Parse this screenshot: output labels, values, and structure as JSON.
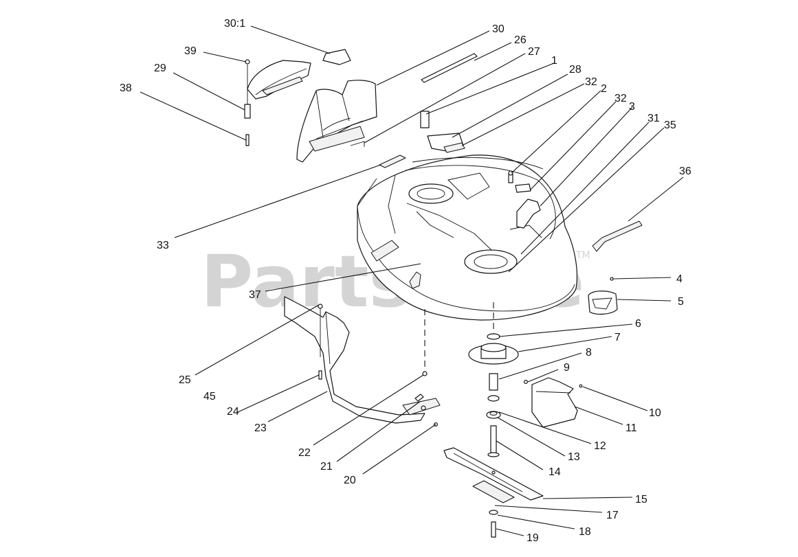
{
  "watermark": {
    "text": "PartsTree",
    "trademark": "TM"
  },
  "part_numbers": [
    {
      "id": "p30-1",
      "text": "30:1"
    },
    {
      "id": "p30",
      "text": "30"
    },
    {
      "id": "p26",
      "text": "26"
    },
    {
      "id": "p27",
      "text": "27"
    },
    {
      "id": "p1",
      "text": "1"
    },
    {
      "id": "p28",
      "text": "28"
    },
    {
      "id": "p39",
      "text": "39"
    },
    {
      "id": "p29",
      "text": "29"
    },
    {
      "id": "p38",
      "text": "38"
    },
    {
      "id": "p32a",
      "text": "32"
    },
    {
      "id": "p2",
      "text": "2"
    },
    {
      "id": "p32b",
      "text": "32"
    },
    {
      "id": "p3",
      "text": "3"
    },
    {
      "id": "p31",
      "text": "31"
    },
    {
      "id": "p35",
      "text": "35"
    },
    {
      "id": "p36",
      "text": "36"
    },
    {
      "id": "p33",
      "text": "33"
    },
    {
      "id": "p4",
      "text": "4"
    },
    {
      "id": "p5",
      "text": "5"
    },
    {
      "id": "p37",
      "text": "37"
    },
    {
      "id": "p6",
      "text": "6"
    },
    {
      "id": "p7",
      "text": "7"
    },
    {
      "id": "p8",
      "text": "8"
    },
    {
      "id": "p9",
      "text": "9"
    },
    {
      "id": "p10",
      "text": "10"
    },
    {
      "id": "p11",
      "text": "11"
    },
    {
      "id": "p12",
      "text": "12"
    },
    {
      "id": "p13",
      "text": "13"
    },
    {
      "id": "p14",
      "text": "14"
    },
    {
      "id": "p15",
      "text": "15"
    },
    {
      "id": "p17",
      "text": "17"
    },
    {
      "id": "p18",
      "text": "18"
    },
    {
      "id": "p19",
      "text": "19"
    },
    {
      "id": "p25",
      "text": "25"
    },
    {
      "id": "p45",
      "text": "45"
    },
    {
      "id": "p24",
      "text": "24"
    },
    {
      "id": "p23",
      "text": "23"
    },
    {
      "id": "p22",
      "text": "22"
    },
    {
      "id": "p21",
      "text": "21"
    },
    {
      "id": "p20",
      "text": "20"
    }
  ]
}
